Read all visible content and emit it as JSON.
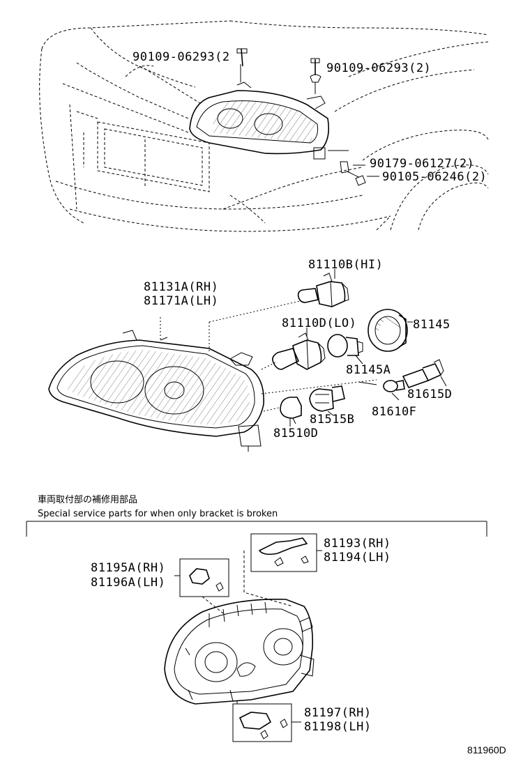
{
  "callouts": {
    "bolt_upper_left": "90109-06293(2",
    "bolt_upper_right": "90109-06293(2)",
    "clip_nut": "90179-06127(2)",
    "screw": "90105-06246(2)",
    "bulb_hi": "81110B(HI)",
    "unit_rh": "81131A(RH)",
    "unit_lh": "81171A(LH)",
    "bulb_lo": "81110D(LO)",
    "cap": "81145",
    "cap_gasket": "81145A",
    "socket_small": "81615D",
    "bulb_small": "81610F",
    "socket_side": "81515B",
    "bulb_side": "81510D"
  },
  "service_note": {
    "japanese": "車両取付部の補修用部品",
    "english": "Special service parts for when only bracket is broken"
  },
  "brackets": {
    "b1_rh": "81193(RH)",
    "b1_lh": "81194(LH)",
    "b2_rh": "81195A(RH)",
    "b2_lh": "81196A(LH)",
    "b3_rh": "81197(RH)",
    "b3_lh": "81198(LH)"
  },
  "diagram_code": "811960D"
}
